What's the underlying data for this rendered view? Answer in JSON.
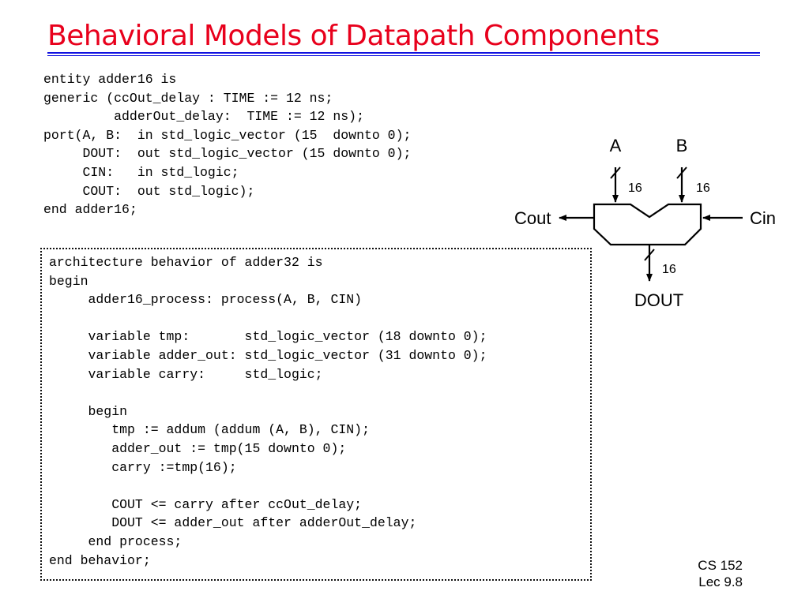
{
  "slide": {
    "title": "Behavioral Models of Datapath Components"
  },
  "entity_code": {
    "lines": [
      "entity adder16 is",
      "generic (ccOut_delay : TIME := 12 ns;",
      "         adderOut_delay:  TIME := 12 ns);",
      "port(A, B:  in std_logic_vector (15  downto 0);",
      "     DOUT:  out std_logic_vector (15 downto 0);",
      "     CIN:   in std_logic;",
      "     COUT:  out std_logic);",
      "end adder16;"
    ]
  },
  "architecture_code": {
    "lines": [
      "architecture behavior of adder32 is",
      "begin",
      "     adder16_process: process(A, B, CIN)",
      "",
      "     variable tmp:       std_logic_vector (18 downto 0);",
      "     variable adder_out: std_logic_vector (31 downto 0);",
      "     variable carry:     std_logic;",
      "",
      "     begin",
      "        tmp := addum (addum (A, B), CIN);",
      "        adder_out := tmp(15 downto 0);",
      "        carry :=tmp(16);",
      "",
      "        COUT <= carry after ccOut_delay;",
      "        DOUT <= adder_out after adderOut_delay;",
      "     end process;",
      "end behavior;"
    ]
  },
  "diagram": {
    "input_a_label": "A",
    "input_b_label": "B",
    "width_a_label": "16",
    "width_b_label": "16",
    "carry_out_label": "Cout",
    "carry_in_label": "Cin",
    "width_out_label": "16",
    "output_label": "DOUT"
  },
  "footer": {
    "course": "CS 152",
    "lecture": "Lec 9.8"
  },
  "colors": {
    "title": "#e8001c",
    "title_rule": "#1010e0",
    "text": "#000000"
  }
}
